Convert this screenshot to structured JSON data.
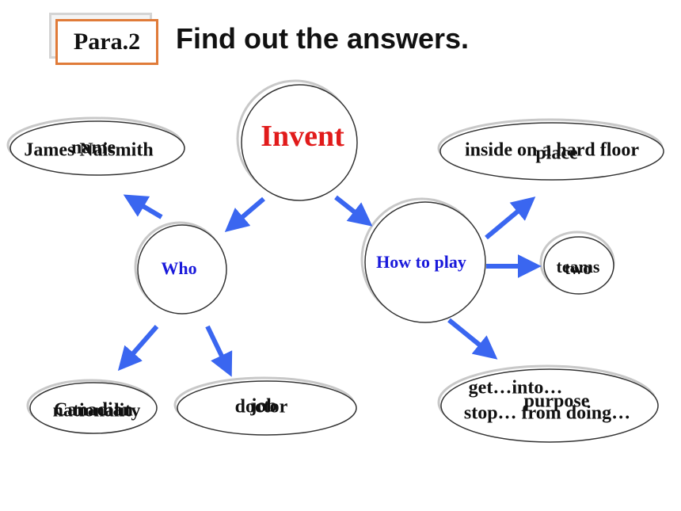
{
  "header": {
    "para_label": "Para.2",
    "title": "Find out the answers."
  },
  "center": {
    "label": "Invent",
    "color": "#e11b1b"
  },
  "who": {
    "label": "Who",
    "color": "#1a1adb",
    "name_q": "name",
    "name_a": "James Naismith",
    "nationality_q": "nationality",
    "nationality_a": "Canadian",
    "job_q": "job",
    "job_a": "doctor"
  },
  "how": {
    "label": "How to play",
    "color": "#1a1adb",
    "place_q": "place",
    "place_a": "inside on a hard floor",
    "teams_q": "teams",
    "teams_a": "two",
    "purpose_q": "purpose",
    "purpose_a1": "get…into…",
    "purpose_a2": "stop… from doing…"
  },
  "colors": {
    "arrow": "#3a66f0",
    "outline": "#333333",
    "shadow": "#c8c8c8",
    "accent": "#e07b39"
  }
}
